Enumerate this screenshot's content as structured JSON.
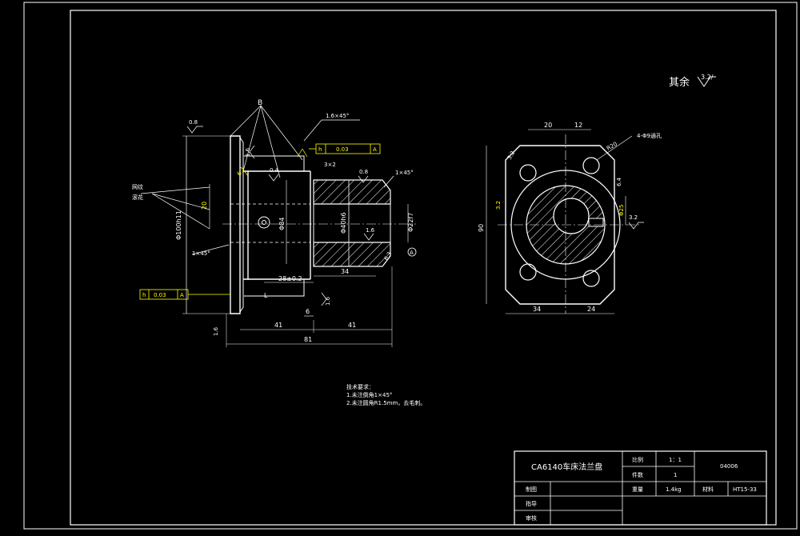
{
  "colors": {
    "background": "#000000",
    "outline": "#ffffff",
    "dimension": "#ffffff",
    "annotation": "#ffff00",
    "hatch": "#ffffff"
  },
  "drawing": {
    "rest_roughness_label": "其余",
    "rest_roughness_value": "3.2/",
    "label_B": "B",
    "label_A": "A",
    "label_L": "L"
  },
  "front_view": {
    "callouts": {
      "chamfer_top": "1.6×45°",
      "chamfer_right": "1×45°",
      "chamfer_left": "1×45°",
      "groove": "3×2",
      "knurl_1": "网纹",
      "knurl_2": "滚花"
    },
    "geometric_tolerance_top": {
      "symbol": "h",
      "value": "0.03",
      "datum": "A"
    },
    "geometric_tolerance_left": {
      "symbol": "h",
      "value": "0.03",
      "datum": "A"
    },
    "roughness": {
      "r1": "0.8",
      "r2": "1.6",
      "r3": "6.3",
      "r4": "0.4",
      "r5": "0.8",
      "r6": "1.6",
      "r7": "6.3",
      "r8": "1.6",
      "r9": "1.6"
    },
    "dimensions": {
      "dia_large": "Φ100h11",
      "dia_left_small": "20",
      "dia_center_small": "Φ84",
      "dia_bore": "Φ40h6",
      "dia_right": "Φ22f7",
      "len_right_34": "34",
      "len_left_41": "41",
      "len_right_41": "41",
      "len_total_81": "81",
      "len_6": "6",
      "len_28": "28±0.2"
    }
  },
  "side_view": {
    "dimensions": {
      "top_20": "20",
      "top_12": "12",
      "holes": "4-Φ9通孔",
      "r": "R20",
      "height_90": "90",
      "bottom_34": "34",
      "bottom_24": "24",
      "right_25": "Φ25",
      "r_small_1": "3.2",
      "r_small_2": "3.2",
      "r_small_3": "6.4",
      "r_small_4": "3.2"
    }
  },
  "technical_requirements": {
    "title": "技术要求：",
    "line1": "1.未注倒角1×45°",
    "line2": "2.未注圆角R1.5mm，去毛刺。"
  },
  "title_block": {
    "part_name": "CA6140车床法兰盘",
    "scale_label": "比例",
    "scale_value": "1：1",
    "drawing_no": "04006",
    "qty_label": "件数",
    "qty_value": "1",
    "weight_label": "重量",
    "weight_value": "1.4kg",
    "material_label": "材料",
    "material_value": "HT15-33",
    "drawn_label": "制图",
    "guide_label": "指导",
    "review_label": "审核"
  }
}
